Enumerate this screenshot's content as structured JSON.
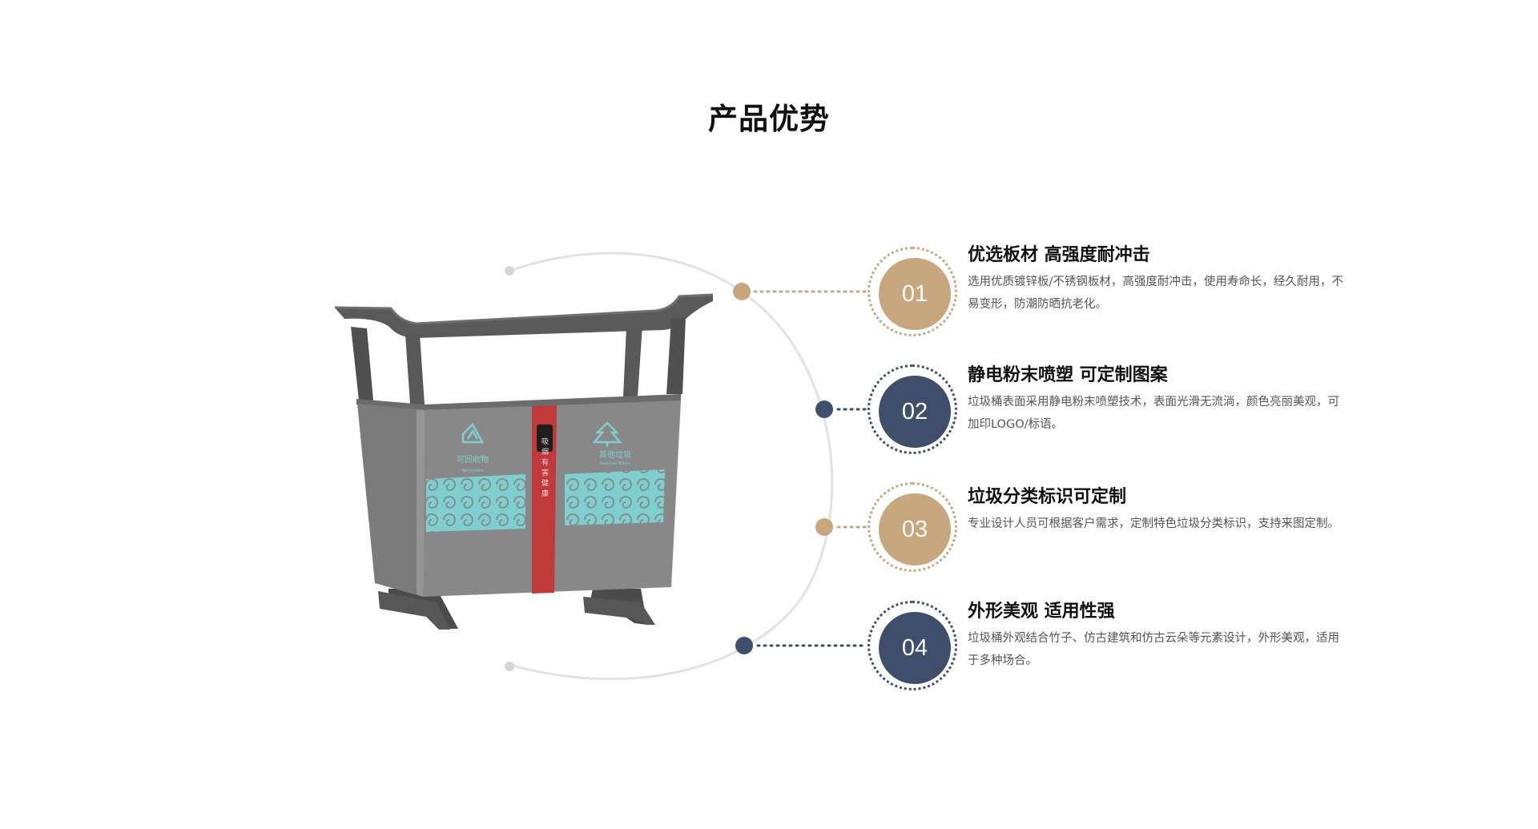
{
  "page": {
    "title": "产品优势"
  },
  "product_image": {
    "left_panel_label": "可回收物",
    "left_panel_sublabel": "Recyclable",
    "right_panel_label": "其他垃圾",
    "right_panel_sublabel": "Residual Waste",
    "center_strip_text": "吸烟有害健康"
  },
  "colors": {
    "tan": "#c8a77e",
    "navy": "#3f4e6a",
    "bin_body": "#888888",
    "bin_frame": "#5c5c5c",
    "pattern": "#7ecfcf",
    "strip": "#c0393b"
  },
  "features": [
    {
      "number": "01",
      "title": "优选板材  高强度耐冲击",
      "description": "选用优质镀锌板/不锈钢板材，高强度耐冲击，使用寿命长，经久耐用，不易变形，防潮防晒抗老化。",
      "color": "tan"
    },
    {
      "number": "02",
      "title": "静电粉末喷塑  可定制图案",
      "description": "垃圾桶表面采用静电粉末喷塑技术，表面光滑无流淌，颜色亮丽美观，可加印LOGO/标语。",
      "color": "navy"
    },
    {
      "number": "03",
      "title": "垃圾分类标识可定制",
      "description": "专业设计人员可根据客户需求，定制特色垃圾分类标识，支持来图定制。",
      "color": "tan"
    },
    {
      "number": "04",
      "title": "外形美观  适用性强",
      "description": "垃圾桶外观结合竹子、仿古建筑和仿古云朵等元素设计，外形美观，适用于多种场合。",
      "color": "navy"
    }
  ]
}
